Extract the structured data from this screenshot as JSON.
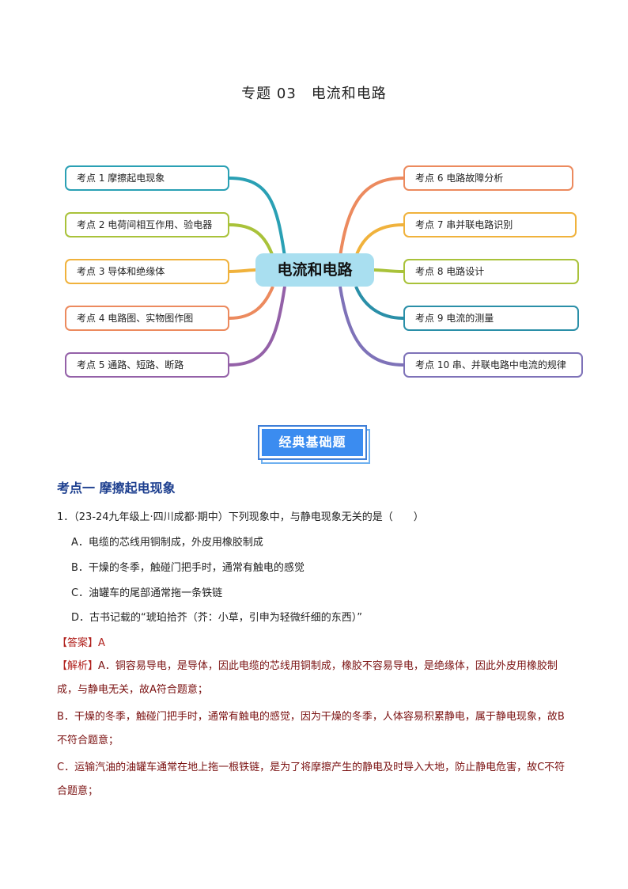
{
  "title": "专题 03　电流和电路",
  "mindmap": {
    "center": "电流和电路",
    "left_nodes": [
      {
        "label": "考点 1  摩擦起电现象",
        "color": "#2aa0b4"
      },
      {
        "label": "考点 2  电荷间相互作用、验电器",
        "color": "#a9c23a"
      },
      {
        "label": "考点 3  导体和绝缘体",
        "color": "#f0b23c"
      },
      {
        "label": "考点 4  电路图、实物图作图",
        "color": "#ec8a5e"
      },
      {
        "label": "考点 5  通路、短路、断路",
        "color": "#9461a8"
      }
    ],
    "right_nodes": [
      {
        "label": "考点 6  电路故障分析",
        "color": "#ec8a5e"
      },
      {
        "label": "考点 7  串并联电路识别",
        "color": "#f0b23c"
      },
      {
        "label": "考点 8  电路设计",
        "color": "#a9c23a"
      },
      {
        "label": "考点 9  电流的测量",
        "color": "#2a8fa8"
      },
      {
        "label": "考点 10  串、并联电路中电流的规律",
        "color": "#7e72b8"
      }
    ]
  },
  "badge": "经典基础题",
  "section_heading": "考点一  摩擦起电现象",
  "question": {
    "stem": "1．（23-24九年级上·四川成都·期中）下列现象中，与静电现象无关的是（　　）",
    "options": [
      "A．电缆的芯线用铜制成，外皮用橡胶制成",
      "B．干燥的冬季，触碰门把手时，通常有触电的感觉",
      "C．油罐车的尾部通常拖一条铁链",
      "D．古书记载的“琥珀拾芥（芥：小草，引申为轻微纤细的东西）”"
    ],
    "answer_tag": "【答案】",
    "answer": "A",
    "analysis_tag": "【解析】",
    "analysis": [
      "A．铜容易导电，是导体，因此电缆的芯线用铜制成，橡胶不容易导电，是绝缘体，因此外皮用橡胶制成，与静电无关，故A符合题意；",
      "B．干燥的冬季，触碰门把手时，通常有触电的感觉，因为干燥的冬季，人体容易积累静电，属于静电现象，故B不符合题意；",
      "C．运输汽油的油罐车通常在地上拖一根铁链，是为了将摩擦产生的静电及时导入大地，防止静电危害，故C不符合题意；"
    ]
  }
}
